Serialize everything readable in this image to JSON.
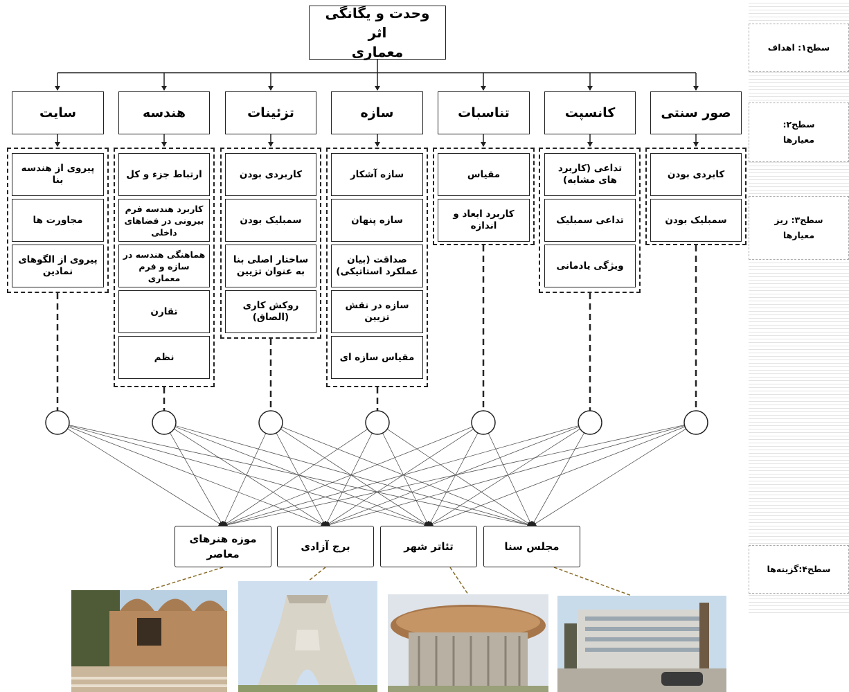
{
  "goal": {
    "line1": "وحدت و یگانگی اثر",
    "line2": "معماری"
  },
  "levels": {
    "l1": "سطح۱: اهداف",
    "l2a": "سطح۲:",
    "l2b": "معیارها",
    "l3a": "سطح۳: ریز",
    "l3b": "معیارها",
    "l4": "سطح۴:گزینه‌ها"
  },
  "criteria": [
    {
      "name": "سایت",
      "subs": [
        "پیروی از هندسه بنا",
        "مجاورت ها",
        "پیروی از الگوهای نمادین"
      ]
    },
    {
      "name": "هندسه",
      "subs": [
        "ارتباط جزء و کل",
        "کاربرد هندسه فرم بیرونی در فضاهای داخلی",
        "هماهنگی هندسه در سازه و فرم معماری",
        "تقارن",
        "نظم"
      ]
    },
    {
      "name": "تزئینات",
      "subs": [
        "کاربردی بودن",
        "سمبلیک بودن",
        "ساختار اصلی بنا به عنوان تزیین",
        "روکش کاری (الصاق)"
      ]
    },
    {
      "name": "سازه",
      "subs": [
        "سازه آشکار",
        "سازه پنهان",
        "صداقت (بیان عملکرد استاتیکی)",
        "سازه در نقش تزیین",
        "مقیاس سازه ای"
      ]
    },
    {
      "name": "تناسبات",
      "subs": [
        "مقیاس",
        "کاربرد ابعاد و اندازه"
      ]
    },
    {
      "name": "کانسپت",
      "subs": [
        "تداعی (کاربرد های مشابه)",
        "تداعی سمبلیک",
        "ویژگی یادمانی"
      ]
    },
    {
      "name": "صور سنتی",
      "subs": [
        "کابردی بودن",
        "سمبلیک بودن"
      ]
    }
  ],
  "alternatives": [
    {
      "line1": "موزه هنرهای",
      "line2": "معاصر"
    },
    {
      "line1": "برج آزادی",
      "line2": ""
    },
    {
      "line1": "تئاتر شهر",
      "line2": ""
    },
    {
      "line1": "مجلس سنا",
      "line2": ""
    }
  ],
  "colors": {
    "line": "#222222",
    "photo_link": "#8a6d2a"
  }
}
